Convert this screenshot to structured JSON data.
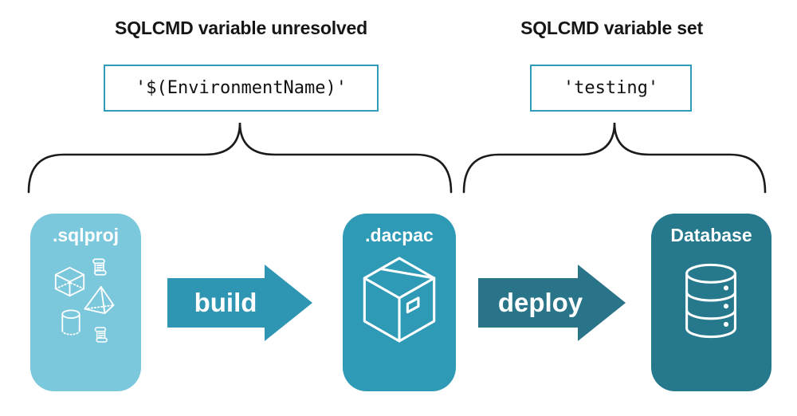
{
  "colors": {
    "background": "#ffffff",
    "code_box_border": "#2E9BB8",
    "brace_stroke": "#1b1b1b",
    "heading_text": "#161616",
    "code_text": "#111111",
    "card_title_text": "#ffffff",
    "arrow_label_text": "#ffffff",
    "icon_stroke": "#ffffff"
  },
  "annotations": {
    "unresolved": {
      "heading": "SQLCMD variable unresolved",
      "code": "'$(EnvironmentName)'"
    },
    "resolved": {
      "heading": "SQLCMD variable set",
      "code": "'testing'"
    }
  },
  "pipeline": {
    "nodes": [
      {
        "id": "sqlproj",
        "title": ".sqlproj",
        "color": "#7BC7DB",
        "icons": [
          "scroll-icon",
          "cube-icon",
          "pyramid-icon",
          "cylinder-icon",
          "scroll-icon"
        ]
      },
      {
        "id": "dacpac",
        "title": ".dacpac",
        "color": "#2E9AB5",
        "icons": [
          "package-icon"
        ]
      },
      {
        "id": "database",
        "title": "Database",
        "color": "#26798C",
        "icons": [
          "database-icon"
        ]
      }
    ],
    "arrows": [
      {
        "label": "build",
        "color": "#2E96B3"
      },
      {
        "label": "deploy",
        "color": "#2A7489"
      }
    ]
  }
}
